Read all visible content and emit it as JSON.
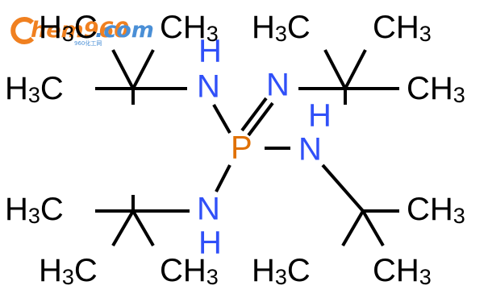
{
  "watermark": {
    "brand": "hem960",
    "brand_suffix": ".com",
    "tagline": "960化工网"
  },
  "atoms": {
    "phosphorus": "P",
    "n_top_left": "N",
    "h_top_left": "H",
    "n_imine": "N",
    "n_right": "N",
    "h_right": "H",
    "n_bottom_left": "N",
    "h_bottom_left": "H"
  },
  "groups": {
    "tl_top_left_ch3": "H",
    "tl_top_left_ch3_sub": "3",
    "tl_top_left_ch3_c": "C",
    "tl_top_right_ch3": "CH",
    "tl_top_right_ch3_sub": "3",
    "tl_left_ch3": "H",
    "tl_left_ch3_sub": "3",
    "tl_left_ch3_c": "C",
    "tr_top_left_ch3": "H",
    "tr_top_left_ch3_sub": "3",
    "tr_top_left_ch3_c": "C",
    "tr_top_right_ch3": "CH",
    "tr_top_right_ch3_sub": "3",
    "tr_right_ch3": "CH",
    "tr_right_ch3_sub": "3",
    "bl_left_ch3": "H",
    "bl_left_ch3_sub": "3",
    "bl_left_ch3_c": "C",
    "bl_bottom_left_ch3": "H",
    "bl_bottom_left_ch3_sub": "3",
    "bl_bottom_left_ch3_c": "C",
    "bl_bottom_right_ch3": "CH",
    "bl_bottom_right_ch3_sub": "3",
    "br_right_ch3": "CH",
    "br_right_ch3_sub": "3",
    "br_bottom_left_ch3": "H",
    "br_bottom_left_ch3_sub": "3",
    "br_bottom_left_ch3_c": "C",
    "br_bottom_right_ch3": "CH",
    "br_bottom_right_ch3_sub": "3"
  },
  "colors": {
    "carbon": "#000000",
    "nitrogen": "#3050F8",
    "phosphorus": "#E07000",
    "logo_orange": "#F08020",
    "logo_blue": "#4A8FD6"
  }
}
